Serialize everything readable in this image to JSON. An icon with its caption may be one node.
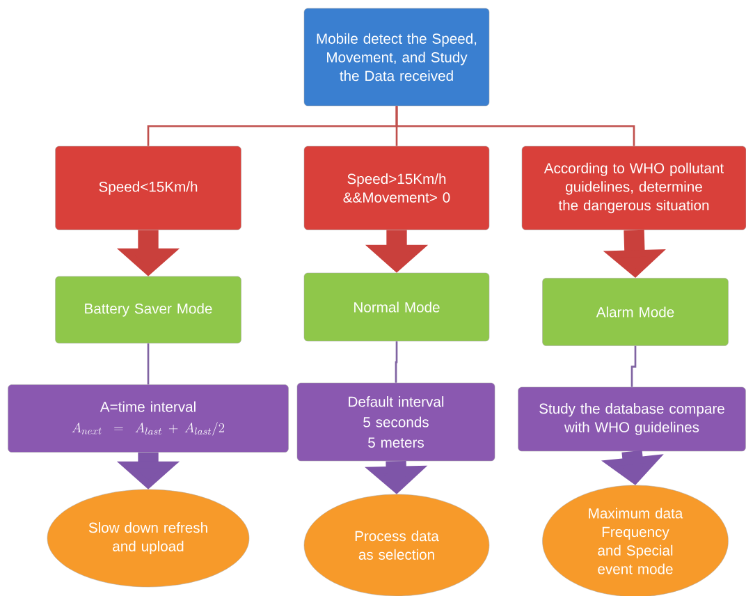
{
  "diagram": {
    "nodes": [
      {
        "text": [
          "Mobile detect the Speed, Movement, and Study the Data received"
        ]
      },
      {
        "text": [
          "Speed<15Km/h"
        ]
      },
      {
        "text": [
          "Speed>15Km/h &&Movement> 0"
        ]
      },
      {
        "text": [
          "According to WHO pollutant guidelines, determine the dangerous situation"
        ]
      },
      {
        "text": [
          "Battery Saver Mode"
        ]
      },
      {
        "text": [
          "Normal Mode"
        ]
      },
      {
        "text": [
          "Alarm Mode"
        ]
      },
      {
        "text": [
          "A=time interval",
          "A_{next} = A_{last} + A_{last}/2"
        ]
      },
      {
        "text": [
          "Default interval",
          "5 seconds",
          "5 meters"
        ]
      },
      {
        "text": [
          "Study the database compare with WHO guidelines"
        ]
      },
      {
        "text": [
          "Slow down refresh and upload"
        ]
      },
      {
        "text": [
          "Process data as selection"
        ]
      },
      {
        "text": [
          "Maximum data Frequency and Special event mode"
        ]
      }
    ],
    "edges": [
      {
        "from": 0,
        "to": 1,
        "arrow": "none",
        "color": "#c0504d"
      },
      {
        "from": 0,
        "to": 2,
        "arrow": "none",
        "color": "#c0504d"
      },
      {
        "from": 0,
        "to": 3,
        "arrow": "none",
        "color": "#c0504d"
      },
      {
        "from": 1,
        "to": 4,
        "arrow": "to",
        "style": "thick",
        "color": "#c9403c"
      },
      {
        "from": 2,
        "to": 5,
        "arrow": "to",
        "style": "thick",
        "color": "#c9403c"
      },
      {
        "from": 3,
        "to": 6,
        "arrow": "to",
        "style": "thick",
        "color": "#c9403c"
      },
      {
        "from": 4,
        "to": 7,
        "arrow": "none",
        "color": "#8064a2"
      },
      {
        "from": 5,
        "to": 8,
        "arrow": "none",
        "color": "#8064a2"
      },
      {
        "from": 6,
        "to": 9,
        "arrow": "none",
        "color": "#8064a2"
      },
      {
        "from": 7,
        "to": 10,
        "arrow": "to",
        "style": "thick",
        "color": "#7e55a8"
      },
      {
        "from": 8,
        "to": 11,
        "arrow": "to",
        "style": "thick",
        "color": "#7e55a8"
      },
      {
        "from": 9,
        "to": 12,
        "arrow": "to",
        "style": "thick",
        "color": "#7e55a8"
      }
    ]
  }
}
